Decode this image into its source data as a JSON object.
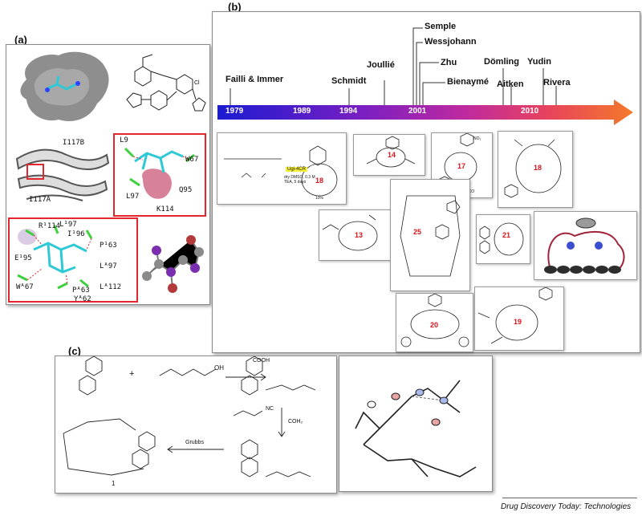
{
  "panels": {
    "a": "(a)",
    "b": "(b)",
    "c": "(c)"
  },
  "panel_a": {
    "labels": {
      "i117b": "I117B",
      "i117a": "I117A",
      "l9": "L9",
      "w67": "W67",
      "l97": "L97",
      "q95": "Q95",
      "k114": "K114",
      "rb114": "R¹114",
      "lb97": "L¹97",
      "ib96": "I¹96",
      "pb63": "P¹63",
      "eb95": "E¹95",
      "la97": "Lᴬ97",
      "wa67": "Wᴬ67",
      "pa63": "Pᴬ63",
      "la112": "Lᴬ112",
      "ya62": "Yᴬ62"
    },
    "colors": {
      "frame_red": "#e2262b"
    }
  },
  "timeline": {
    "years": [
      "1979",
      "1989",
      "1994",
      "2001",
      "2010"
    ],
    "names": [
      "Failli & Immer",
      "Schmidt",
      "Joullié",
      "Semple",
      "Wessjohann",
      "Zhu",
      "Bienaymé",
      "Dömling",
      "Aitken",
      "Yudin",
      "Rivera"
    ],
    "gradient": [
      "#1b1bd1",
      "#7a1fc2",
      "#c02a9e",
      "#e8445b",
      "#f47a2a"
    ]
  },
  "compounds": {
    "labels": [
      "18",
      "14",
      "17",
      "18",
      "13",
      "25",
      "21",
      "20",
      "19"
    ],
    "small_text": {
      "reagent_tag": "Ugi-4CR",
      "conditions": "dry DMSO, 0.3 M\nTEA, 5 days",
      "yield": "10%",
      "methoxy": "H₃CO",
      "nitro": "NO₂"
    }
  },
  "panel_c": {
    "reagents": {
      "cooh": "COOH",
      "nc": "NC",
      "coh2": "COH₂",
      "oh": "OH",
      "grubbs": "Grubbs",
      "product": "1",
      "plus": "+"
    }
  },
  "footer": {
    "journal": "Drug Discovery Today: Technologies"
  }
}
